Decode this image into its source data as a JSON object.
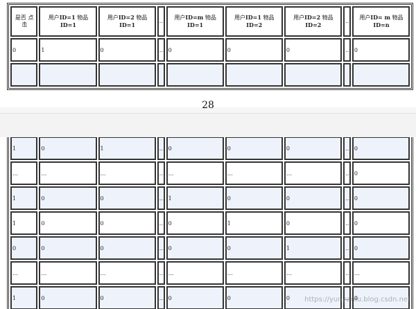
{
  "page_number": "28",
  "header": {
    "click": "是否 点击",
    "item1_prefix": "用户",
    "item1_bold": "ID=1",
    "item1_mid": " 物品 ",
    "item1_bold2": "ID=1",
    "item2_prefix": "用户",
    "item2_bold": "ID=2",
    "item2_mid": " 物品 ",
    "item2_bold2": "ID=1",
    "dots": "…",
    "itemm_prefix": "用户",
    "itemm_bold": "ID=m",
    "itemm_mid": " 物品 ",
    "itemm_bold2": "ID=1",
    "item4_prefix": "用户",
    "item4_bold": "ID=1",
    "item4_mid": " 物品 ",
    "item4_bold2": "ID=2",
    "item5_prefix": "用户",
    "item5_bold": "ID=2",
    "item5_mid": " 物品 ",
    "item5_bold2": "ID=2",
    "dots2": "…",
    "item6_prefix": "用户",
    "item6_bold": "ID= m",
    "item6_mid": " 物品 ",
    "item6_bold2": "ID=n"
  },
  "top_rows": [
    [
      "0",
      "1",
      "0",
      "…",
      "0",
      "0",
      "0",
      "…",
      "0"
    ],
    [
      "",
      "",
      "",
      "",
      "",
      "",
      "",
      "",
      ""
    ]
  ],
  "bottom_rows": [
    [
      "1",
      "0",
      "1",
      "…",
      "0",
      "0",
      "0",
      "…",
      "0"
    ],
    [
      "…",
      "…",
      "…",
      "…",
      "…",
      "…",
      "…",
      "…",
      "0"
    ],
    [
      "1",
      "0",
      "0",
      "…",
      "1",
      "0",
      "0",
      "…",
      "0"
    ],
    [
      "1",
      "0",
      "0",
      "…",
      "0",
      "1",
      "0",
      "…",
      "0"
    ],
    [
      "0",
      "0",
      "0",
      "…",
      "0",
      "0",
      "1",
      "…",
      "0"
    ],
    [
      "…",
      "…",
      "…",
      "…",
      "…",
      "…",
      "…",
      "…",
      "…"
    ],
    [
      "1",
      "0",
      "0",
      "…",
      "0",
      "0",
      "0",
      "…",
      "0"
    ]
  ],
  "watermark": "https://yunyaniu.blog.csdn.net"
}
